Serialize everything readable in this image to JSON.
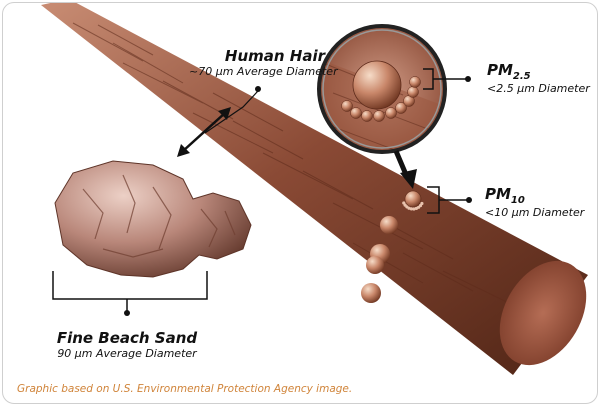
{
  "labels": {
    "human_hair": {
      "title": "Human Hair",
      "subtitle": "~70 µm Average Diameter"
    },
    "pm25": {
      "title_main": "PM",
      "title_sub": "2.5",
      "subtitle": "<2.5 µm Diameter"
    },
    "pm10": {
      "title_main": "PM",
      "title_sub": "10",
      "subtitle": "<10 µm Diameter"
    },
    "sand": {
      "title": "Fine Beach Sand",
      "subtitle": "90 µm Average Diameter"
    }
  },
  "credit": "Graphic based on U.S. Environmental Protection Agency image.",
  "colors": {
    "hair": "#8a4a35",
    "hair_dark": "#4f2415",
    "hair_light": "#c98d74",
    "sand": "#b9877a",
    "particle": "#c9876a",
    "credit": "#d0843a"
  }
}
